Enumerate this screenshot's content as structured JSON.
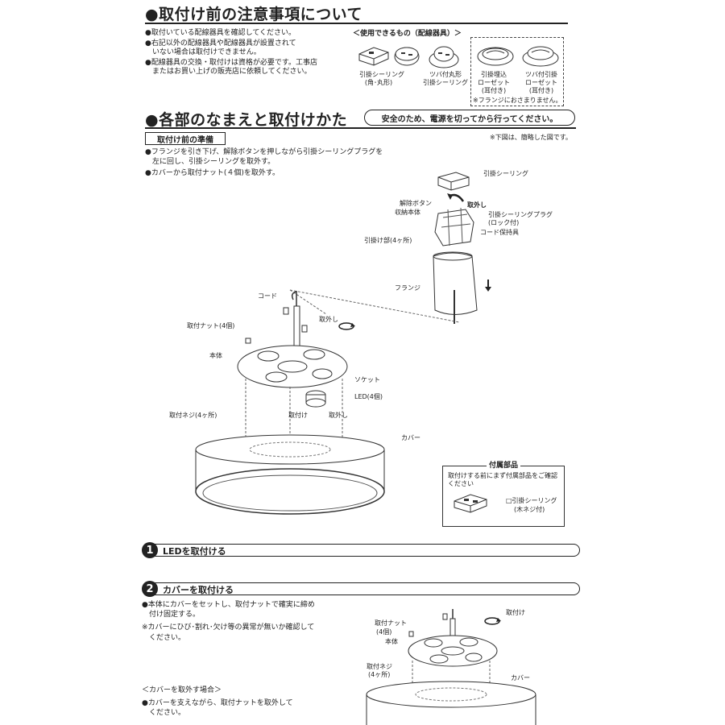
{
  "section1": {
    "title": "●取付け前の注意事項について",
    "notes": [
      "●取付いている配線器具を確認してください。",
      "●右記以外の配線器具や配線器具が設置されて",
      "　いない場合は取付けできません。",
      "●配線器具の交換・取付けは資格が必要です。工事店",
      "　またはお買い上げの販売店に依頼してください。"
    ],
    "devices_heading": "＜使用できるもの（配線器具）＞",
    "devices": [
      {
        "line1": "引掛シーリング",
        "line2": "(角･丸形)"
      },
      {
        "line1": "ツバ付丸形",
        "line2": "引掛シーリング"
      },
      {
        "line1": "引掛埋込",
        "line2": "ローゼット",
        "line3": "(耳付き)"
      },
      {
        "line1": "ツバ付引掛",
        "line2": "ローゼット",
        "line3": "(耳付き)"
      }
    ],
    "flange_note": "※フランジにおさまりません。"
  },
  "section2": {
    "title": "●各部のなまえと取付けかた",
    "safety": "安全のため、電源を切ってから行ってください。",
    "simplified_note": "※下図は、簡略した図です。",
    "prep_label": "取付け前の準備",
    "prep_notes": [
      "●フランジを引き下げ、解除ボタンを押しながら引掛シーリングプラグを",
      "　左に回し、引掛シーリングを取外す。",
      "●カバーから取付ナット(４個)を取外す。"
    ],
    "labels": {
      "ceiling": "引掛シーリング",
      "release_button": "解除ボタン",
      "storage_body": "収納本体",
      "remove": "取外し",
      "plug": "引掛シーリングプラグ",
      "plug_lock": "(ロック付)",
      "cord_holder": "コード保持具",
      "hook_part": "引掛け部(4ヶ所)",
      "flange": "フランジ",
      "cord": "コード",
      "nut": "取付ナット(4個)",
      "body": "本体",
      "remove2": "取外し",
      "socket": "ソケット",
      "led": "LED(4個)",
      "screw": "取付ネジ(4ヶ所)",
      "attach": "取付け",
      "remove3": "取外し",
      "cover": "カバー"
    },
    "accessory": {
      "title": "付属部品",
      "text1": "取付けする前にまず付属部品をご確認",
      "text2": "ください",
      "item1": "□引掛シーリング",
      "item2": "(木ネジ付)"
    }
  },
  "step1": {
    "num": "1",
    "title": "LEDを取付ける"
  },
  "step2": {
    "num": "2",
    "title": "カバーを取付ける",
    "notes": [
      "●本体にカバーをセットし、取付ナットで確実に締め",
      "　付け固定する。",
      "※カバーにひび･割れ･欠け等の異常が無いか確認して",
      "　ください。"
    ],
    "remove_heading": "＜カバーを取外す場合＞",
    "remove_notes": [
      "●カバーを支えながら、取付ナットを取外して",
      "　ください。"
    ],
    "labels": {
      "attach": "取付け",
      "nut1": "取付ナット",
      "nut2": "(4個)",
      "body": "本体",
      "screw1": "取付ネジ",
      "screw2": "(4ヶ所)",
      "cover": "カバー"
    }
  },
  "colors": {
    "ink": "#222222",
    "background": "#ffffff"
  }
}
